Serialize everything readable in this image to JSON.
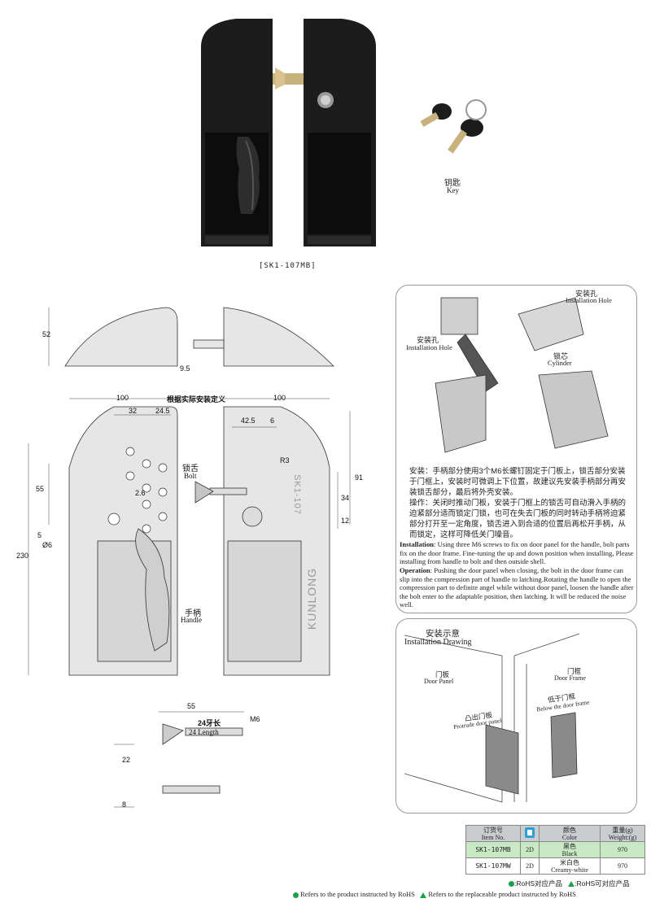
{
  "photo": {
    "model_caption": "[SK1-107MB]",
    "key_cn": "钥匙",
    "key_en": "Key"
  },
  "drawing": {
    "dim_52": "52",
    "dim_9_5": "9.5",
    "title_cn": "根据实际安装定义",
    "dim_100_left": "100",
    "dim_100_right": "100",
    "dim_32": "32",
    "dim_24_5": "24.5",
    "dim_42_5": "42.5",
    "dim_6": "6",
    "dim_r3": "R3",
    "dim_91": "91",
    "dim_34": "34",
    "dim_12": "12",
    "dim_55_side": "55",
    "dim_2_6": "2.6",
    "dim_5": "5",
    "dim_phi6": "Ø6",
    "dim_230": "230",
    "bolt_cn": "锁舌",
    "bolt_en": "Bolt",
    "handle_cn": "手柄",
    "handle_en": "Handle",
    "brand_mark": "KUNLONG",
    "part_mark": "SK1-107",
    "dim_55_bolt": "55",
    "len_cn": "24牙长",
    "len_en": "24 Length",
    "dim_m6": "M6",
    "dim_22": "22",
    "dim_8": "8"
  },
  "install_panel": {
    "hole_cn_top": "安装孔",
    "hole_en_top": "Installation Hole",
    "hole_cn_left": "安装孔",
    "hole_en_left": "Installation Hole",
    "cylinder_cn": "锁芯",
    "cylinder_en": "Cylinder",
    "cn_install": "安装：手柄部分使用3个M6长螺钉固定于门板上，锁舌部分安装于门框上，安装时可微调上下位置，故建议先安装手柄部分再安装锁舌部分，最后将外壳安装。",
    "cn_operate": "操作：关闭时推动门板，安装于门框上的锁舌可自动滑入手柄的迫紧部分适而锁定门锁，也可在失去门板的同时转动手柄将迫紧部分打开至一定角度，锁舌进入到合适的位置后再松开手柄，从而锁定，这样可降低关门噪音。",
    "en_install_label": "Installation",
    "en_install_text": ": Using three M6 screws to fix on door panel for the handle, bolt parts fix on the door frame. Fine-tuning the up and down position when installing, Please installing from handle to bolt and then outside shell.",
    "en_operate_label": "Operation",
    "en_operate_text": ": Pushing the door panel when closing, the bolt in the door frame can slip into the compression part of handle to latching.Rotating the handle to open the compression part to definite angel while without door panel, loosen the handle after the bolt enter to the adaptable position, then latching. It will be reduced the noise well."
  },
  "drawing_panel": {
    "title_cn": "安装示意",
    "title_en": "Installation  Drawing",
    "door_panel_cn": "门板",
    "door_panel_en": "Door Panel",
    "door_frame_cn": "门框",
    "door_frame_en": "Door Frame",
    "protrude_cn": "凸出门板",
    "protrude_en": "Protrude door panel",
    "below_cn": "低于门框",
    "below_en": "Below the door frame"
  },
  "order_table": {
    "headers": [
      {
        "cn": "订货号",
        "en": "Item No."
      },
      {
        "cn": "",
        "en": ""
      },
      {
        "cn": "颜色",
        "en": "Color"
      },
      {
        "cn": "重量(g)",
        "en": "Weight:(g)"
      }
    ],
    "rows": [
      {
        "item": "SK1-107MB",
        "file": "2D",
        "color_cn": "黑色",
        "color_en": "Black",
        "weight": "970"
      },
      {
        "item": "SK1-107MW",
        "file": "2D",
        "color_cn": "米白色",
        "color_en": "Creamy-white",
        "weight": "970"
      }
    ]
  },
  "legend": {
    "rohs_cn": ":RoHS对应产品",
    "rohs_rep_cn": ":RoHS可对应产品",
    "rohs_en": "Refers to the product instructed by RoHS",
    "rohs_rep_en": "Refers to the replaceable product instructed by RoHS"
  },
  "colors": {
    "panel_border": "#9a9a9a",
    "black_row": "#c8e9c4",
    "header_row": "#c9cdd0",
    "rohs_green": "#1aa24a",
    "product_black": "#1c1c1c",
    "drawing_fill": "#e6e6e6"
  }
}
